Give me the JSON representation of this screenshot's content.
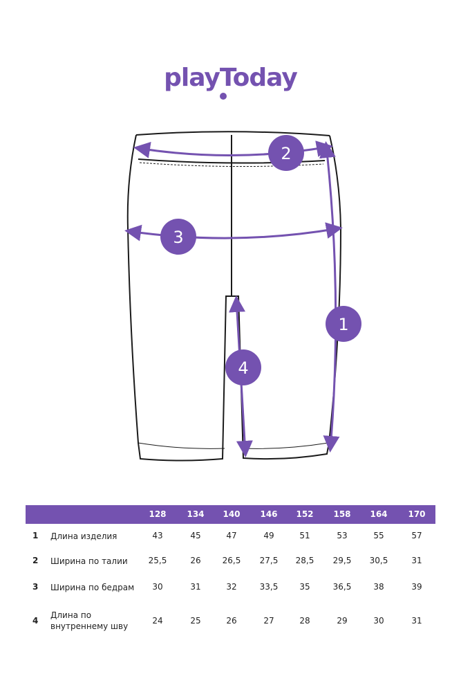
{
  "brand": "playToday",
  "colors": {
    "accent": "#7452b0",
    "outline": "#1a1a1a"
  },
  "markers": [
    "1",
    "2",
    "3",
    "4"
  ],
  "table": {
    "sizes": [
      "128",
      "134",
      "140",
      "146",
      "152",
      "158",
      "164",
      "170"
    ],
    "rows": [
      {
        "num": "1",
        "label": "Длина изделия",
        "values": [
          "43",
          "45",
          "47",
          "49",
          "51",
          "53",
          "55",
          "57"
        ]
      },
      {
        "num": "2",
        "label": "Ширина по талии",
        "values": [
          "25,5",
          "26",
          "26,5",
          "27,5",
          "28,5",
          "29,5",
          "30,5",
          "31"
        ]
      },
      {
        "num": "3",
        "label": "Ширина по бедрам",
        "values": [
          "30",
          "31",
          "32",
          "33,5",
          "35",
          "36,5",
          "38",
          "39"
        ]
      },
      {
        "num": "4",
        "label": "Длина по внутреннему шву",
        "values": [
          "24",
          "25",
          "26",
          "27",
          "28",
          "29",
          "30",
          "31"
        ]
      }
    ]
  }
}
